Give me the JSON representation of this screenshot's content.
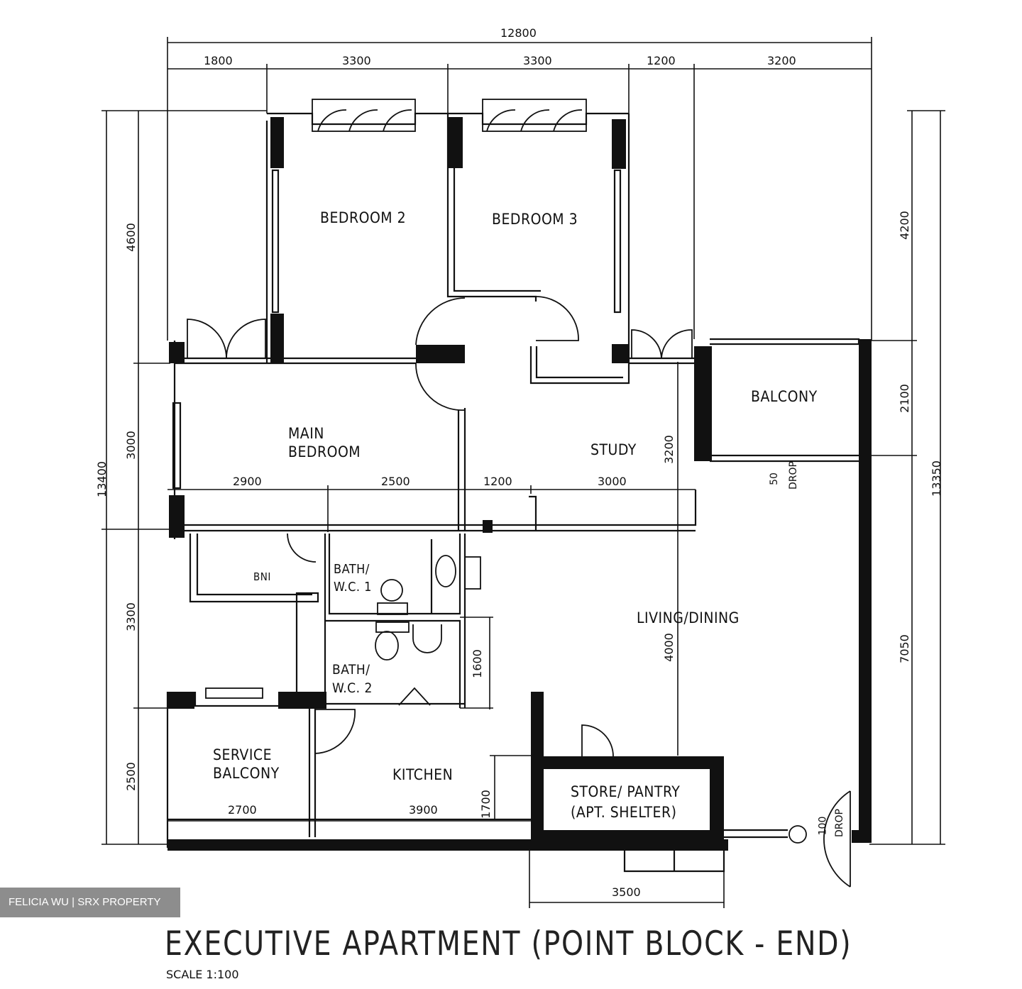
{
  "rooms": {
    "bedroom2": "BEDROOM 2",
    "bedroom3": "BEDROOM 3",
    "main_bedroom_l1": "MAIN",
    "main_bedroom_l2": "BEDROOM",
    "study": "STUDY",
    "balcony": "BALCONY",
    "living_dining": "LIVING/DINING",
    "bath1_l1": "BATH/",
    "bath1_l2": "W.C. 1",
    "bath2_l1": "BATH/",
    "bath2_l2": "W.C. 2",
    "service_balcony_l1": "SERVICE",
    "service_balcony_l2": "BALCONY",
    "kitchen": "KITCHEN",
    "store_l1": "STORE/ PANTRY",
    "store_l2": "(APT. SHELTER)",
    "wardrobe": "BNI"
  },
  "dims_top": {
    "overall": "12800",
    "seg1": "1800",
    "seg2": "3300",
    "seg3": "3300",
    "seg4": "1200",
    "seg5": "3200"
  },
  "dims_left": {
    "overall": "13400",
    "seg1": "4600",
    "seg2": "3000",
    "seg3": "3300",
    "seg4": "2500"
  },
  "dims_right": {
    "overall": "13350",
    "seg1": "4200",
    "seg2": "2100",
    "seg3": "7050"
  },
  "dims_inner": {
    "mb_w1": "2900",
    "mb_w2": "2500",
    "st_w1": "1200",
    "st_w2": "3000",
    "study_h": "3200",
    "ld_h": "4000",
    "bath2_h": "1600",
    "kitchen_h": "1700",
    "sb_w": "2700",
    "kit_w": "3900",
    "bottom": "3500"
  },
  "drops": {
    "balcony_1": "50",
    "balcony_2": "DROP",
    "entrance_1": "100",
    "entrance_2": "DROP"
  },
  "watermark": "FELICIA WU | SRX PROPERTY",
  "title": "EXECUTIVE APARTMENT (POINT BLOCK - END)",
  "scale": "SCALE 1:100"
}
